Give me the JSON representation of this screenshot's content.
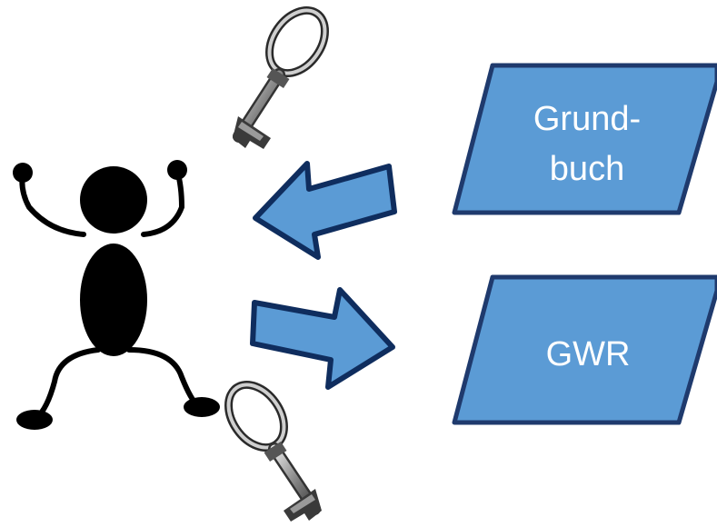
{
  "boxes": {
    "top": {
      "line1": "Grund-",
      "line2": "buch"
    },
    "bottom": {
      "label": "GWR"
    }
  },
  "colors": {
    "box_fill": "#5b9bd5",
    "box_stroke": "#1f3a6d",
    "arrow_fill": "#5b9bd5",
    "arrow_stroke": "#0f2d5e",
    "figure": "#000000"
  },
  "icons": [
    "stick-figure-icon",
    "key-icon-top",
    "key-icon-bottom",
    "arrow-left-icon",
    "arrow-right-icon"
  ]
}
